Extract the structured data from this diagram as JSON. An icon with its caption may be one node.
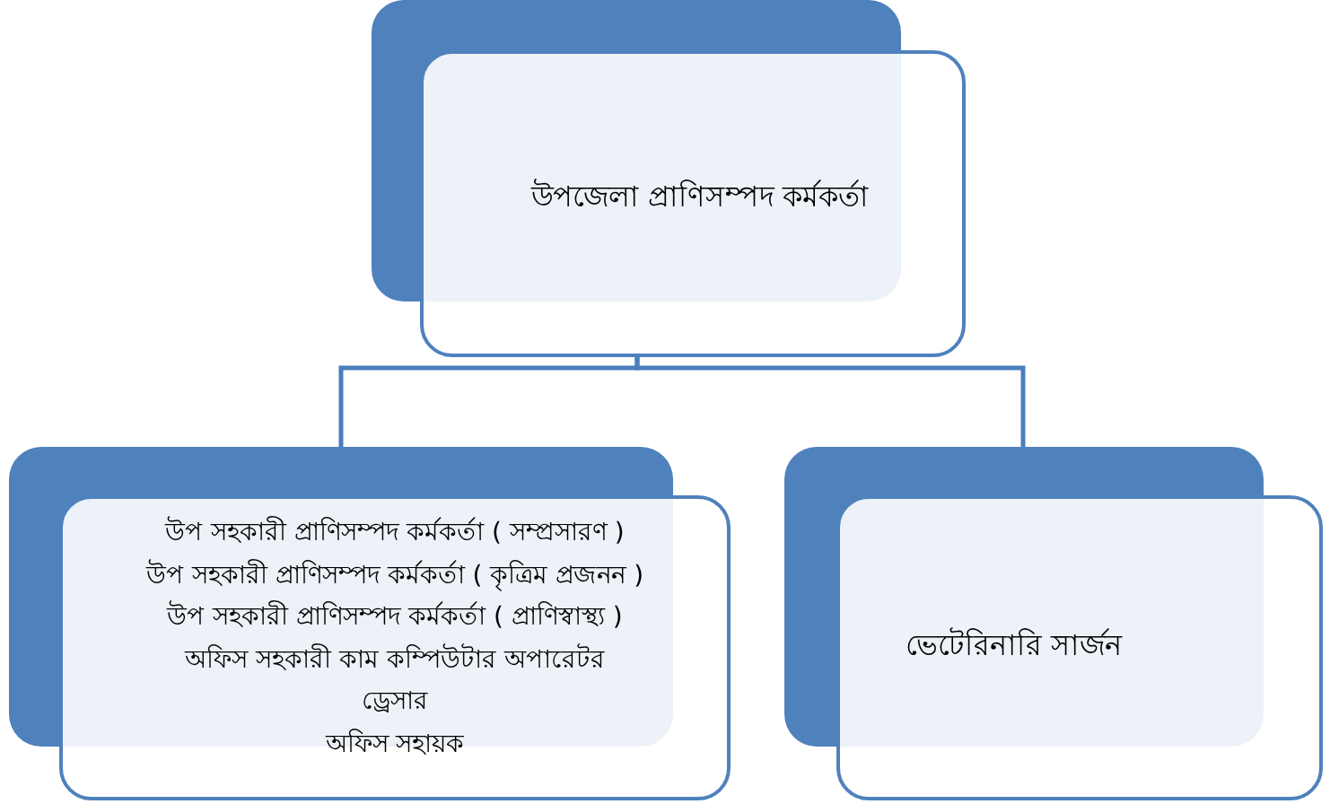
{
  "diagram": {
    "nodes": [
      {
        "text": [
          "উপজেলা প্রাণিসম্পদ কর্মকর্তা"
        ]
      },
      {
        "text": [
          "উপ সহকারী প্রাণিসম্পদ কর্মকর্তা ( সম্প্রসারণ )",
          "উপ সহকারী প্রাণিসম্পদ কর্মকর্তা ( কৃত্রিম প্রজনন )",
          "উপ সহকারী প্রাণিসম্পদ কর্মকর্তা ( প্রাণিস্বাস্থ্য )",
          "অফিস সহকারী কাম কম্পিউটার অপারেটর",
          "ড্রেসার",
          "অফিস সহায়ক"
        ]
      },
      {
        "text": [
          "ভেটেরিনারি সার্জন"
        ]
      }
    ],
    "edges": [
      {
        "from": 0,
        "to": 1,
        "arrow": "none"
      },
      {
        "from": 0,
        "to": 2,
        "arrow": "none"
      }
    ]
  }
}
